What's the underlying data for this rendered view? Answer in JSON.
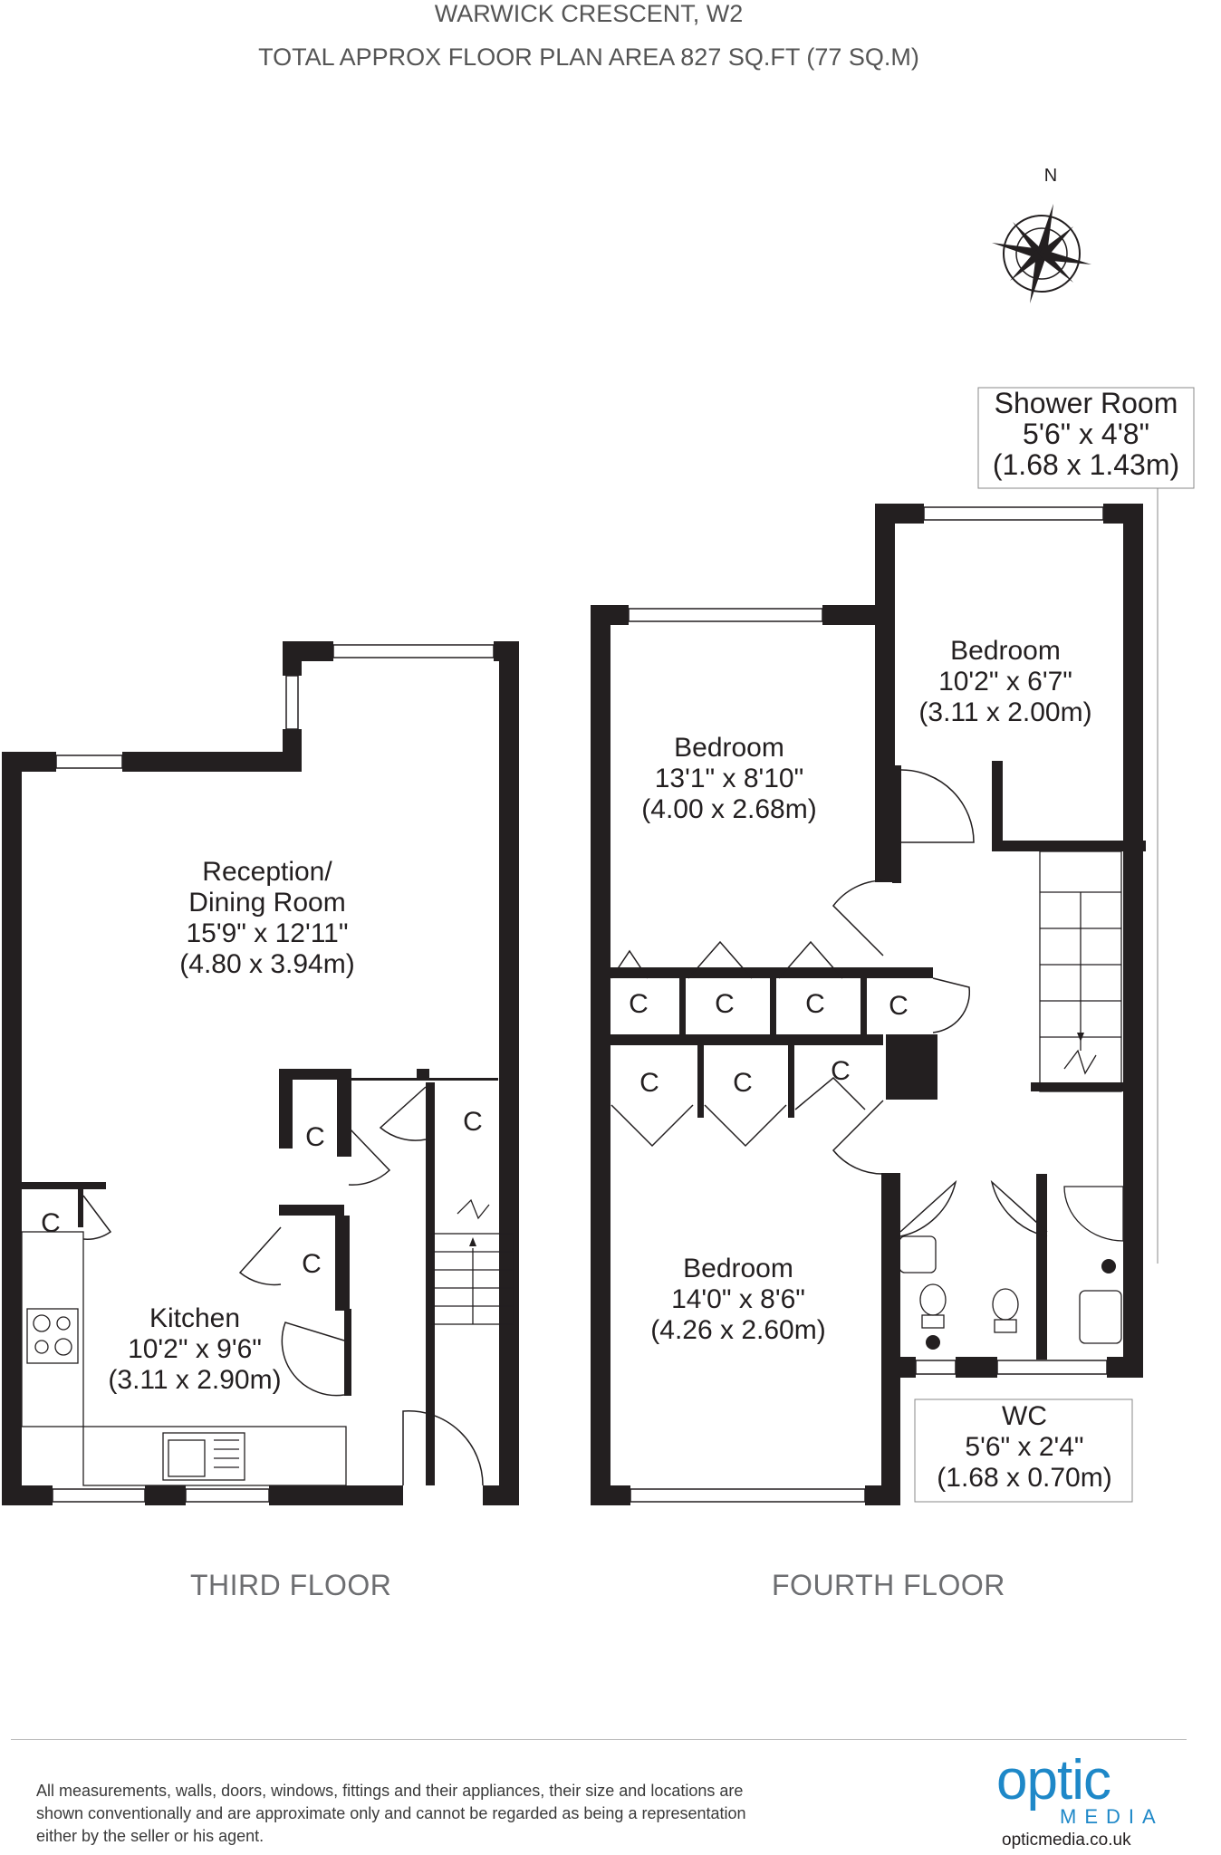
{
  "header": {
    "title": "WARWICK CRESCENT, W2",
    "subtitle": "TOTAL APPROX FLOOR PLAN AREA 827 SQ.FT (77 SQ.M)"
  },
  "compass": {
    "north_label": "N"
  },
  "third_floor": {
    "label": "THIRD FLOOR",
    "reception": {
      "name1": "Reception/",
      "name2": "Dining Room",
      "imperial": "15'9\" x 12'11\"",
      "metric": "(4.80 x 3.94m)"
    },
    "kitchen": {
      "name": "Kitchen",
      "imperial": "10'2\" x 9'6\"",
      "metric": "(3.11 x 2.90m)"
    },
    "cupboard_label": "C"
  },
  "fourth_floor": {
    "label": "FOURTH FLOOR",
    "bedroom_1": {
      "name": "Bedroom",
      "imperial": "13'1\" x 8'10\"",
      "metric": "(4.00 x 2.68m)"
    },
    "bedroom_2": {
      "name": "Bedroom",
      "imperial": "10'2\" x 6'7\"",
      "metric": "(3.11 x 2.00m)"
    },
    "bedroom_3": {
      "name": "Bedroom",
      "imperial": "14'0\" x 8'6\"",
      "metric": "(4.26 x 2.60m)"
    },
    "shower_room": {
      "name": "Shower Room",
      "imperial": "5'6\" x 4'8\"",
      "metric": "(1.68 x 1.43m)"
    },
    "wc": {
      "name": "WC",
      "imperial": "5'6\" x 2'4\"",
      "metric": "(1.68 x 0.70m)"
    },
    "cupboard_label": "C"
  },
  "footer": {
    "disclaimer_line1": "All measurements, walls, doors, windows, fittings and their appliances, their size and locations are",
    "disclaimer_line2": "shown conventionally and are approximate only and cannot be regarded as being a representation",
    "disclaimer_line3": "either by the seller or his agent.",
    "logo_word": "optic",
    "logo_sub": "MEDIA",
    "website": "opticmedia.co.uk"
  },
  "colors": {
    "wall": "#231f20",
    "brand": "#1e88c8",
    "muted_text": "#6d6e71"
  }
}
